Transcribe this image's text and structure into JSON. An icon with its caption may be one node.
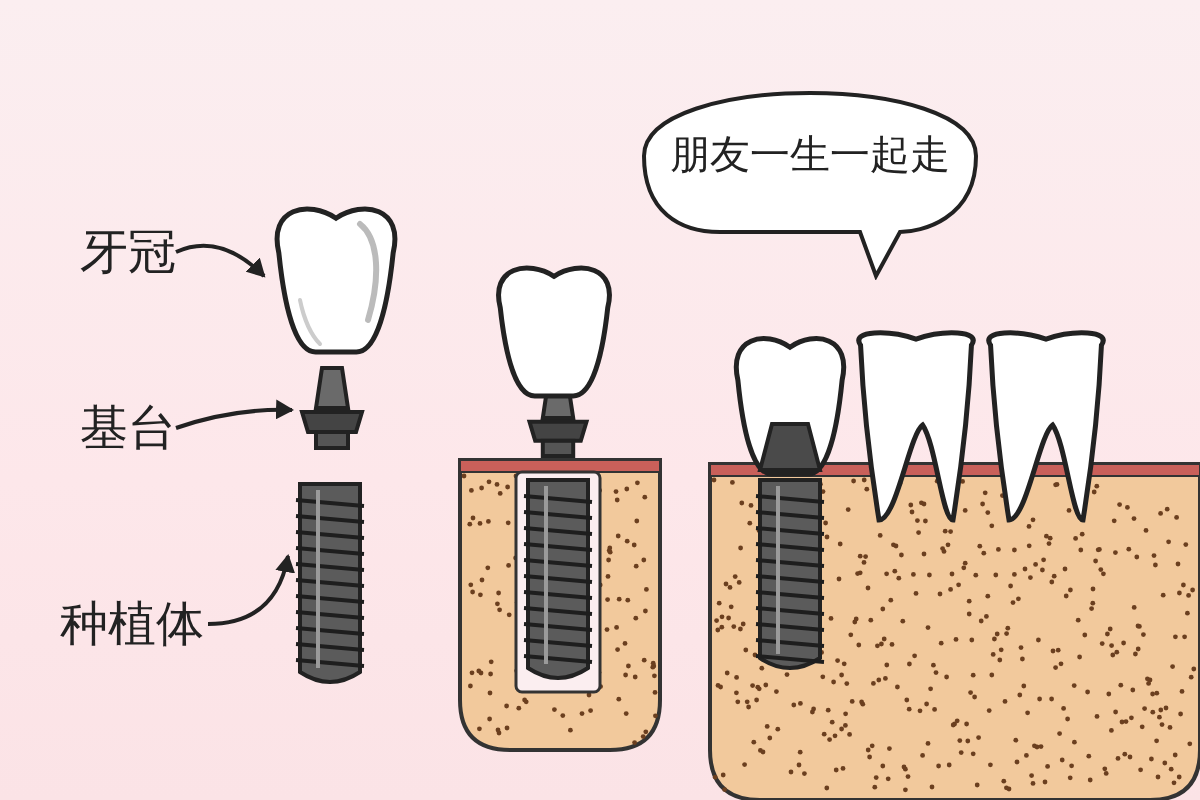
{
  "diagram": {
    "nodes": [
      {
        "text": [
          "牙冠"
        ]
      },
      {
        "text": [],
        "shape": "picture"
      },
      {
        "text": [
          "基台"
        ]
      },
      {
        "text": [],
        "shape": "picture"
      },
      {
        "text": [
          "种植体"
        ]
      },
      {
        "text": [],
        "shape": "picture"
      },
      {
        "text": [
          "朋友一生一起走"
        ]
      }
    ],
    "edges": [
      {
        "from": 0,
        "to": 1,
        "arrow": "to"
      },
      {
        "from": 2,
        "to": 3,
        "arrow": "to"
      },
      {
        "from": 4,
        "to": 5,
        "arrow": "to"
      }
    ]
  }
}
